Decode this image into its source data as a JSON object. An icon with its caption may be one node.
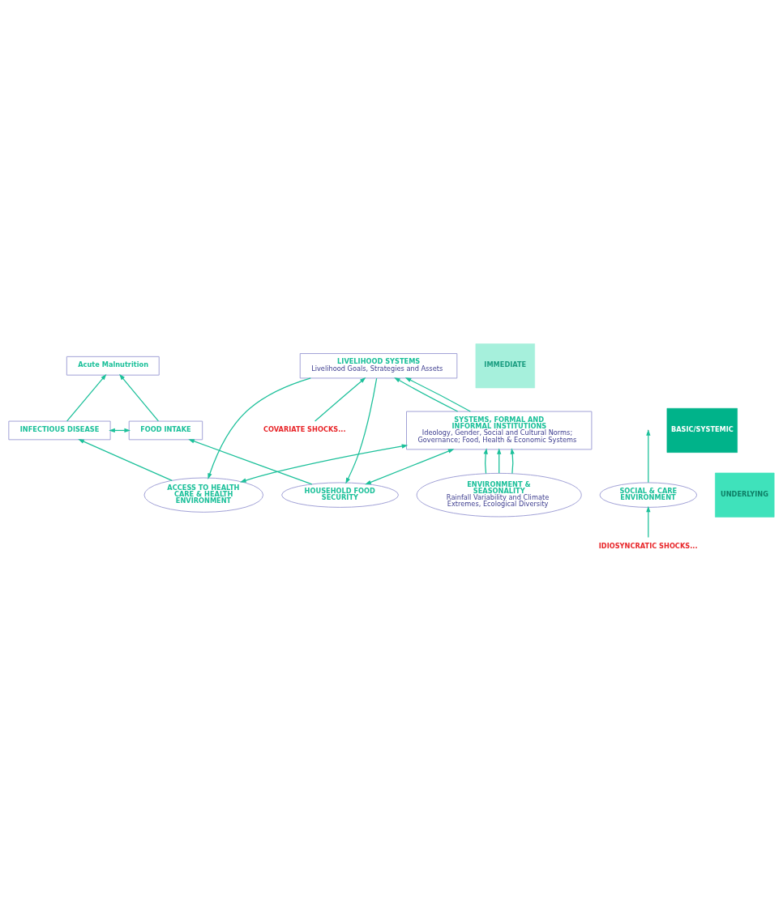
{
  "diagram": {
    "nodes": [
      {
        "text": [
          "Acute Malnutrition"
        ]
      },
      {
        "text": [
          "FOOD INTAKE"
        ]
      },
      {
        "text": [
          "INFECTIOUS DISEASE"
        ]
      },
      {
        "text": [
          "HOUSEHOLD FOOD SECURITY"
        ]
      },
      {
        "text": [
          "SOCIAL & CARE ENVIRONMENT"
        ]
      },
      {
        "text": [
          "ACCESS TO HEALTH CARE & HEALTH ENVIRONMENT"
        ]
      },
      {
        "text": [
          "IDIOSYNCRATIC SHOCKS..."
        ]
      },
      {
        "text": [
          "LIVELIHOOD SYSTEMS",
          "Livelihood Goals, Strategies and Assets"
        ]
      },
      {
        "text": [
          "COVARIATE SHOCKS..."
        ]
      },
      {
        "text": [
          "SYSTEMS, FORMAL AND INFORMAL INSTITUTIONS",
          "Ideology, Gender, Social and Cultural Norms; Governance; Food, Health & Economic Systems"
        ]
      },
      {
        "text": [
          "ENVIRONMENT & SEASONALITY",
          "Rainfall Variability and Climate Extremes, Ecological Diversity"
        ]
      },
      {
        "text": [
          "IMMEDIATE"
        ]
      },
      {
        "text": [
          "UNDERLYING"
        ]
      },
      {
        "text": [
          "BASIC/SYSTEMIC"
        ]
      }
    ],
    "edges": [
      {
        "from": 1,
        "to": 0,
        "arrow": "to"
      },
      {
        "from": 2,
        "to": 0,
        "arrow": "to"
      },
      {
        "from": 1,
        "to": 2,
        "arrow": "both"
      },
      {
        "from": 3,
        "to": 1,
        "arrow": "to"
      },
      {
        "from": 4,
        "to": null,
        "arrow": "to"
      },
      {
        "from": 5,
        "to": 2,
        "arrow": "to"
      },
      {
        "from": 6,
        "to": 4,
        "arrow": "to"
      },
      {
        "from": 7,
        "to": 3,
        "arrow": "to"
      },
      {
        "from": 7,
        "to": 5,
        "arrow": "to"
      },
      {
        "from": 3,
        "to": 9,
        "arrow": "both"
      },
      {
        "from": 5,
        "to": 9,
        "arrow": "both"
      },
      {
        "from": 8,
        "to": 7,
        "arrow": "to"
      },
      {
        "from": 9,
        "to": 7,
        "arrow": "to"
      },
      {
        "from": 9,
        "to": 7,
        "arrow": "to"
      },
      {
        "from": 10,
        "to": 9,
        "arrow": "to"
      },
      {
        "from": 10,
        "to": 9,
        "arrow": "to"
      },
      {
        "from": 10,
        "to": 9,
        "arrow": "to"
      }
    ]
  }
}
